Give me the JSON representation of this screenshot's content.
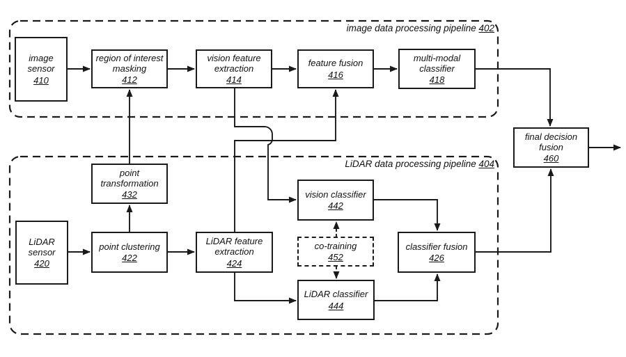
{
  "figure": {
    "background": "#ffffff",
    "line_color": "#1a1a1a",
    "type": "patent-block-diagram"
  },
  "pipelines": {
    "image": {
      "label": "image data processing pipeline ",
      "num": "402"
    },
    "lidar": {
      "label": "LiDAR data processing pipeline ",
      "num": "404"
    }
  },
  "nodes": {
    "image_sensor": {
      "label": "image sensor",
      "num": "410"
    },
    "roi_masking": {
      "label": "region of interest masking",
      "num": "412"
    },
    "vision_feature_extraction": {
      "label": "vision feature extraction",
      "num": "414"
    },
    "feature_fusion": {
      "label": "feature fusion",
      "num": "416"
    },
    "multi_modal_classifier": {
      "label": "multi-modal classifier",
      "num": "418"
    },
    "final_decision_fusion": {
      "label": "final decision fusion",
      "num": "460"
    },
    "point_transformation": {
      "label": "point transformation",
      "num": "432"
    },
    "lidar_sensor": {
      "label": "LiDAR sensor",
      "num": "420"
    },
    "point_clustering": {
      "label": "point clustering",
      "num": "422"
    },
    "lidar_feature_extraction": {
      "label": "LiDAR feature extraction",
      "num": "424"
    },
    "vision_classifier": {
      "label": "vision classifier",
      "num": "442"
    },
    "co_training": {
      "label": "co-training",
      "num": "452"
    },
    "lidar_classifier": {
      "label": "LiDAR classifier",
      "num": "444"
    },
    "classifier_fusion": {
      "label": "classifier fusion",
      "num": "426"
    }
  }
}
